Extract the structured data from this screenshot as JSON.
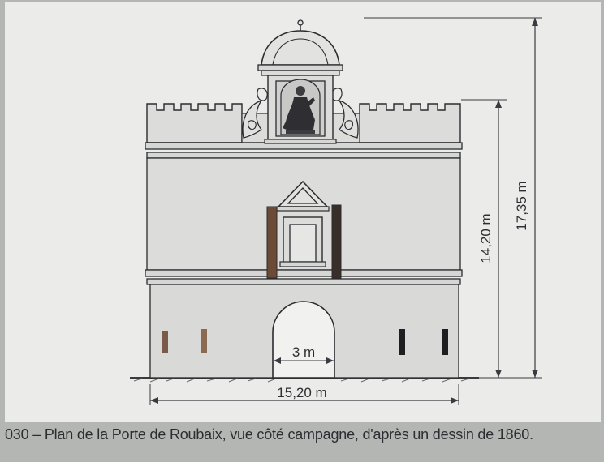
{
  "figure": {
    "dimensions": {
      "total_height": "17,35 m",
      "wall_height": "14,20 m",
      "width": "15,20 m",
      "arch_width": "3 m"
    },
    "caption": "030 – Plan de la Porte de Roubaix, vue côté campagne, d'après un dessin de 1860."
  },
  "colors": {
    "paper": "#ebebea",
    "page_edge": "#b4b6b3",
    "wall_upper": "#dcdcdb",
    "wall_lower": "#d9d9d8",
    "ink": "#2b2c30",
    "brown_slot": "#6b4a36",
    "dark_slot": "#1f1f22"
  }
}
